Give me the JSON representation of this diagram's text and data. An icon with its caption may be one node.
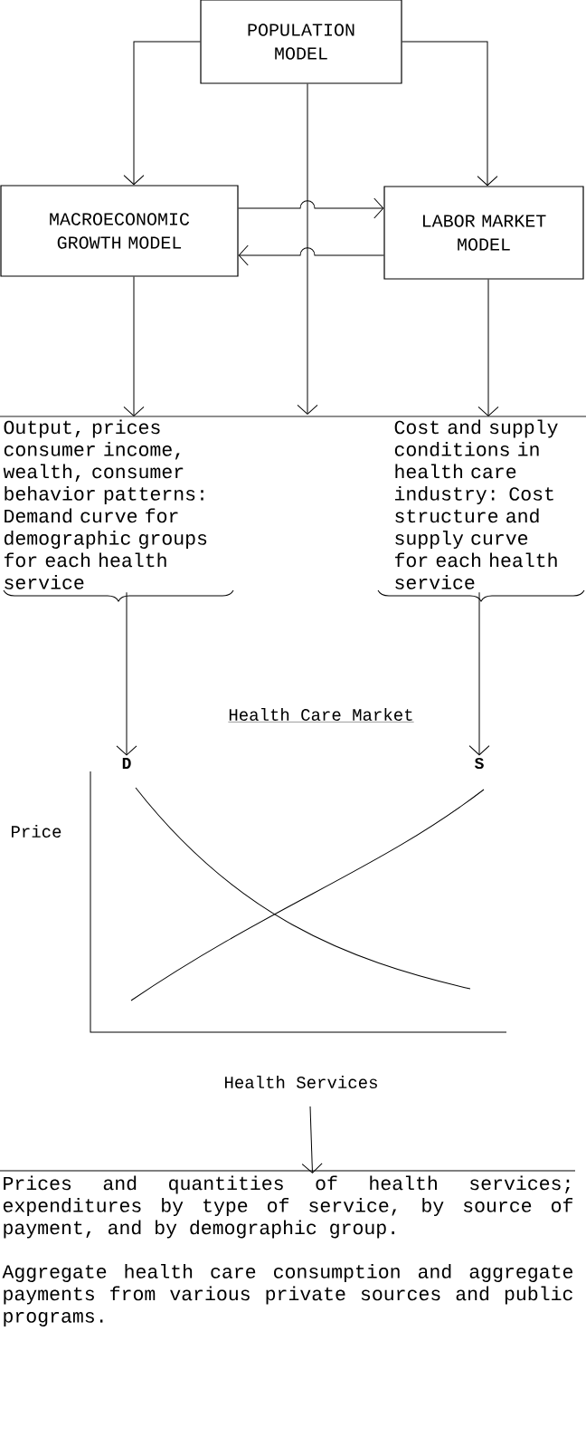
{
  "diagram": {
    "nodes": [
      {
        "text": [
          "POPULATION MODEL"
        ]
      },
      {
        "text": [
          "MACROECONOMIC GROWTH MODEL"
        ]
      },
      {
        "text": [
          "LABOR MARKET MODEL"
        ]
      },
      {
        "text": [
          "Output, prices consumer income, wealth, consumer behavior patterns: Demand curve for demographic groups for each health service"
        ]
      },
      {
        "text": [
          "Cost and supply conditions in health care industry: Cost structure and supply curve for each health service"
        ]
      },
      {
        "text": [
          "D"
        ]
      },
      {
        "text": [
          "S"
        ]
      },
      {
        "text": [
          "Prices and quantities of health services; expenditures by type of service, by source of payment, and by demographic group.",
          "Aggregate health care consumption and aggregate payments from various private sources and public programs."
        ]
      }
    ],
    "edges": [
      {
        "from": 0,
        "to": 1,
        "arrow": "to"
      },
      {
        "from": 0,
        "to": 2,
        "arrow": "to"
      },
      {
        "from": 0,
        "to": null,
        "arrow": "to"
      },
      {
        "from": 1,
        "to": 2,
        "arrow": "to"
      },
      {
        "from": 2,
        "to": 1,
        "arrow": "to"
      },
      {
        "from": 1,
        "to": 3,
        "arrow": "to"
      },
      {
        "from": 2,
        "to": 4,
        "arrow": "to"
      },
      {
        "from": 3,
        "to": 5,
        "arrow": "to"
      },
      {
        "from": 4,
        "to": 6,
        "arrow": "to"
      },
      {
        "from": null,
        "to": 7,
        "arrow": "to"
      }
    ],
    "labels": [
      "Health Care Market",
      "Price",
      "Health Services"
    ]
  }
}
